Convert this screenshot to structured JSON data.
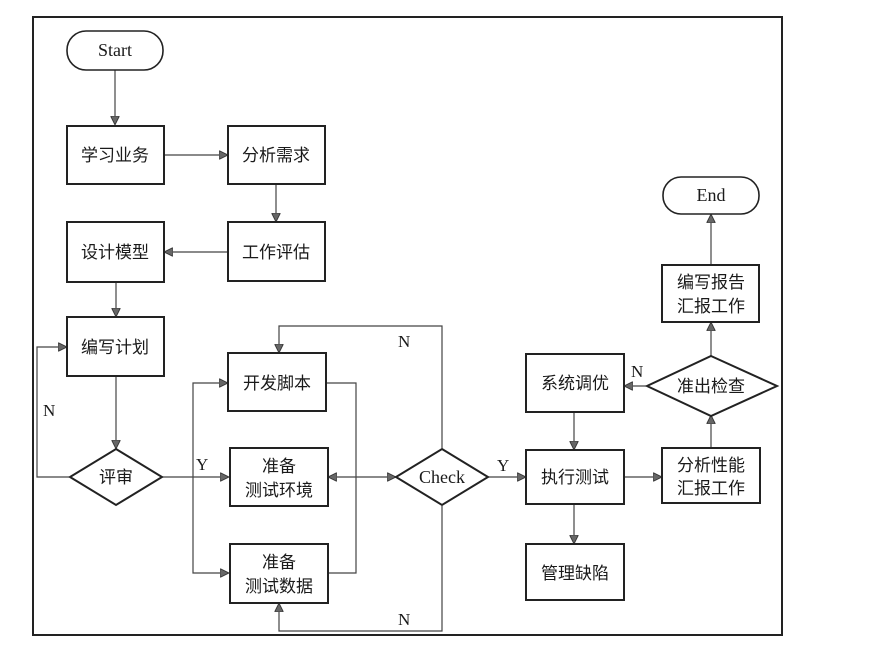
{
  "diagram": {
    "type": "flowchart",
    "nodes": {
      "start": {
        "label": "Start",
        "shape": "terminal"
      },
      "learn_business": {
        "label": "学习业务",
        "shape": "process"
      },
      "analyze_requirements": {
        "label": "分析需求",
        "shape": "process"
      },
      "work_estimate": {
        "label": "工作评估",
        "shape": "process"
      },
      "design_model": {
        "label": "设计模型",
        "shape": "process"
      },
      "write_plan": {
        "label": "编写计划",
        "shape": "process"
      },
      "review": {
        "label": "评审",
        "shape": "decision"
      },
      "develop_script": {
        "label": "开发脚本",
        "shape": "process"
      },
      "prepare_env": {
        "label_line1": "准备",
        "label_line2": "测试环境",
        "shape": "process"
      },
      "prepare_data": {
        "label_line1": "准备",
        "label_line2": "测试数据",
        "shape": "process"
      },
      "check": {
        "label": "Check",
        "shape": "decision"
      },
      "execute_test": {
        "label": "执行测试",
        "shape": "process"
      },
      "manage_defects": {
        "label": "管理缺陷",
        "shape": "process"
      },
      "system_tuning": {
        "label": "系统调优",
        "shape": "process"
      },
      "analyze_performance": {
        "label_line1": "分析性能",
        "label_line2": "汇报工作",
        "shape": "process"
      },
      "exit_check": {
        "label": "准出检查",
        "shape": "decision"
      },
      "write_report": {
        "label_line1": "编写报告",
        "label_line2": "汇报工作",
        "shape": "process"
      },
      "end": {
        "label": "End",
        "shape": "terminal"
      }
    },
    "edge_labels": {
      "review_no": "N",
      "review_yes": "Y",
      "check_no_top": "N",
      "check_no_bottom": "N",
      "check_yes": "Y",
      "exit_check_no": "N"
    },
    "edges": [
      {
        "from": "start",
        "to": "learn_business"
      },
      {
        "from": "learn_business",
        "to": "analyze_requirements"
      },
      {
        "from": "analyze_requirements",
        "to": "work_estimate"
      },
      {
        "from": "work_estimate",
        "to": "design_model"
      },
      {
        "from": "design_model",
        "to": "write_plan"
      },
      {
        "from": "write_plan",
        "to": "review"
      },
      {
        "from": "review",
        "to": "write_plan",
        "label": "N"
      },
      {
        "from": "review",
        "to": "develop_script",
        "label": "Y"
      },
      {
        "from": "review",
        "to": "prepare_env",
        "label": "Y"
      },
      {
        "from": "review",
        "to": "prepare_data",
        "label": "Y"
      },
      {
        "from": "develop_script",
        "to": "check"
      },
      {
        "from": "prepare_data",
        "to": "check"
      },
      {
        "from": "check",
        "to": "prepare_env"
      },
      {
        "from": "check",
        "to": "develop_script",
        "label": "N"
      },
      {
        "from": "check",
        "to": "prepare_data",
        "label": "N"
      },
      {
        "from": "check",
        "to": "execute_test",
        "label": "Y"
      },
      {
        "from": "execute_test",
        "to": "manage_defects"
      },
      {
        "from": "execute_test",
        "to": "analyze_performance"
      },
      {
        "from": "analyze_performance",
        "to": "exit_check"
      },
      {
        "from": "exit_check",
        "to": "system_tuning",
        "label": "N"
      },
      {
        "from": "system_tuning",
        "to": "execute_test"
      },
      {
        "from": "exit_check",
        "to": "write_report"
      },
      {
        "from": "write_report",
        "to": "end"
      }
    ]
  }
}
